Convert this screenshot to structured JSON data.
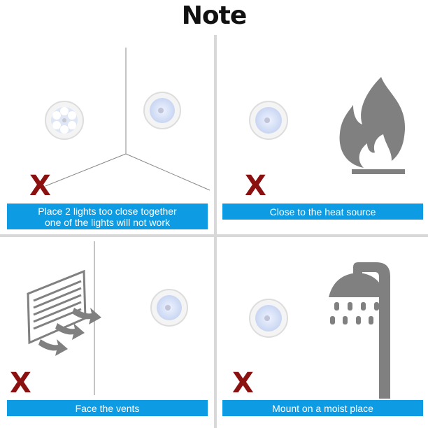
{
  "title": "Note",
  "panels": [
    {
      "caption_line1": "Place 2 lights too close together",
      "caption_line2": "one of the lights will not work",
      "mark": "X"
    },
    {
      "caption": "Close to the heat source",
      "mark": "X"
    },
    {
      "caption": "Face the vents",
      "mark": "X"
    },
    {
      "caption": "Mount on a moist place",
      "mark": "X"
    }
  ],
  "colors": {
    "banner": "#0d9be3",
    "mark": "#8b1010",
    "divider": "#d8d8d8",
    "icon": "#808080"
  }
}
